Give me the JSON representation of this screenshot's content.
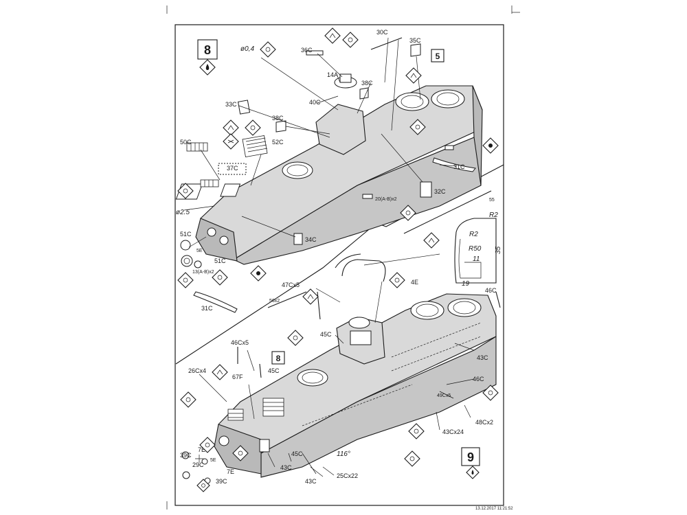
{
  "steps": {
    "upper": "8",
    "lower_ref": "8",
    "next": "9",
    "prev_ref": "5"
  },
  "labels_upper": {
    "p30c": "30C",
    "p35c": "35C",
    "p36c": "36C",
    "p14a": "14A",
    "p38c_a": "38C",
    "p33c": "33C",
    "p40c": "40C",
    "p38c_b": "38C",
    "p50c": "50C",
    "p52c": "52C",
    "p37c": "37C",
    "p31c_a": "31C",
    "p32c": "32C",
    "p20": "20(A-B)x2",
    "p55": "55",
    "p34c": "34C",
    "p51c_a": "51C",
    "p5e": "5E",
    "p51c_b": "51C",
    "p13": "13(A-B)x2",
    "p31c_b": "31C"
  },
  "labels_lower": {
    "p47c": "47Cx5",
    "p56": "56x2",
    "p4e": "4E",
    "p46c_a": "46C",
    "p45c_a": "45C",
    "p46c_b": "46Cx5",
    "p43c_a": "43C",
    "p26c": "26Cx4",
    "p45c_b": "45C",
    "p67f": "67F",
    "p46c_c": "46C",
    "p49c": "49Cx5",
    "p48c": "48Cx2",
    "p43c_b": "43Cx24",
    "p39c_a": "39C",
    "p7e_a": "7E",
    "p5e": "5E",
    "p29c": "29C",
    "p7e_b": "7E",
    "p39c_b": "39C",
    "p45c_c": "45C",
    "p43c_c": "43C",
    "p43c_d": "43C",
    "p25c": "25Cx22"
  },
  "dimensions": {
    "d04": "ø0,4",
    "d25": "ø2.5",
    "r2a": "R2",
    "r2b": "R2",
    "r50": "R50",
    "d35": "35",
    "d11": "11",
    "d19": "19",
    "angle": "116°"
  },
  "footer": {
    "print_stamp": "13.12.2017  11:21:52"
  }
}
